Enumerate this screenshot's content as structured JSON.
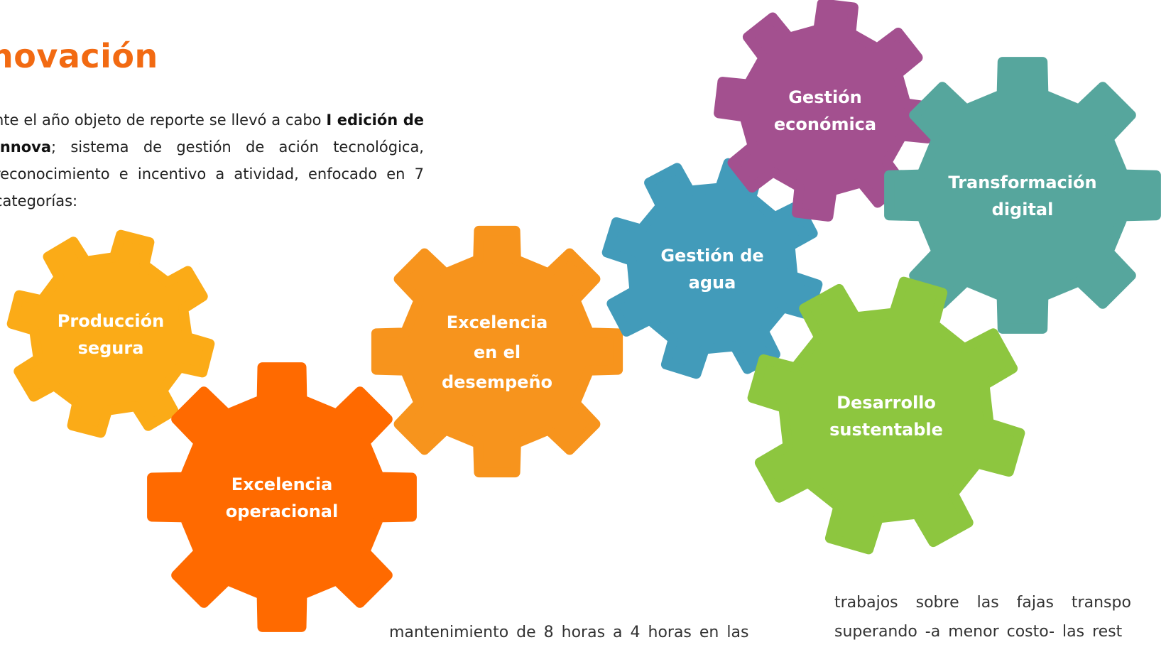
{
  "title": "novación",
  "intro": {
    "before": "nte el año objeto de reporte se llevó a cabo ",
    "bold": "I edición de Innova",
    "after": "; sistema de gestión de ación tecnológica, reconocimiento e incentivo a atividad, enfocado en 7 categorías:"
  },
  "gears": [
    {
      "id": "produccion-segura",
      "lines": [
        "Producción",
        "segura"
      ],
      "color": "#fbab17"
    },
    {
      "id": "excelencia-operacional",
      "lines": [
        "Excelencia",
        "operacional"
      ],
      "color": "#ff6a00"
    },
    {
      "id": "excelencia-desempeno",
      "lines": [
        "Excelencia",
        "en el",
        "desempeño"
      ],
      "color": "#f7941d"
    },
    {
      "id": "gestion-agua",
      "lines": [
        "Gestión de",
        "agua"
      ],
      "color": "#429bba"
    },
    {
      "id": "gestion-economica",
      "lines": [
        "Gestión",
        "económica"
      ],
      "color": "#a3508f"
    },
    {
      "id": "transformacion-digital",
      "lines": [
        "Transformación",
        "digital"
      ],
      "color": "#56a69d"
    },
    {
      "id": "desarrollo-sustentable",
      "lines": [
        "Desarrollo",
        "sustentable"
      ],
      "color": "#8dc63f"
    }
  ],
  "bottom": {
    "middle": "mantenimiento de 8 horas a 4 horas en las",
    "right1": "trabajos sobre las fajas transpo",
    "right2": "superando -a menor costo- las rest"
  }
}
